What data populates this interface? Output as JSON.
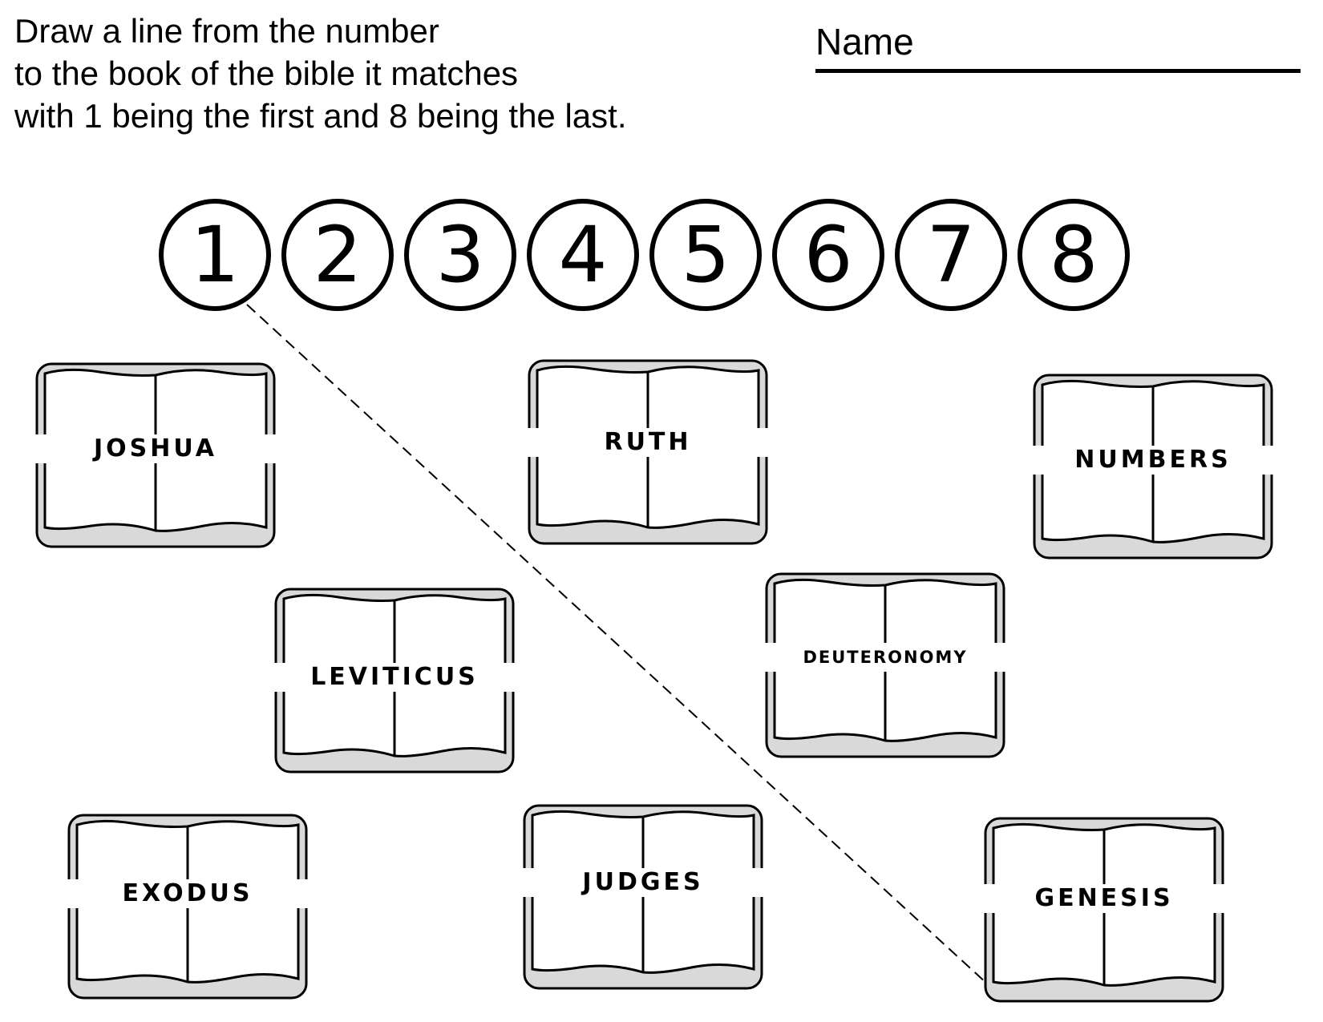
{
  "instructions": {
    "line1": "Draw a line from the number",
    "line2": "to the book of the bible it matches",
    "line3": "with 1 being the first and 8 being the last."
  },
  "name_field": {
    "label": "Name"
  },
  "numbers": [
    "1",
    "2",
    "3",
    "4",
    "5",
    "6",
    "7",
    "8"
  ],
  "books": {
    "joshua": "JOSHUA",
    "ruth": "RUTH",
    "numbers": "NUMBERS",
    "leviticus": "LEVITICUS",
    "deuteronomy": "DEUTERONOMY",
    "exodus": "EXODUS",
    "judges": "JUDGES",
    "genesis": "GENESIS"
  },
  "example_answer": {
    "from_number": "1",
    "to_book": "GENESIS"
  },
  "colors": {
    "ink": "#000000",
    "book_edge": "#d9d9d9",
    "paper": "#ffffff"
  }
}
